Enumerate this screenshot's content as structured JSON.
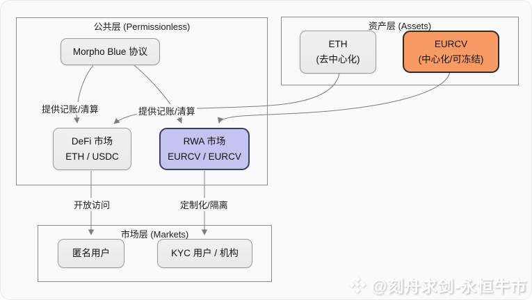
{
  "diagram": {
    "layers": {
      "permissionless": {
        "title": "公共层 (Permissionless)"
      },
      "assets": {
        "title": "资产层 (Assets)"
      },
      "markets": {
        "title": "市场层 (Markets)"
      }
    },
    "nodes": {
      "morpho": {
        "label": "Morpho Blue 协议"
      },
      "eth": {
        "line1": "ETH",
        "line2": "(去中心化)"
      },
      "eurcv": {
        "line1": "EURCV",
        "line2": "(中心化/可冻结)"
      },
      "defi_market": {
        "line1": "DeFi 市场",
        "line2": "ETH / USDC"
      },
      "rwa_market": {
        "line1": "RWA 市场",
        "line2": "EURCV / EURCV"
      },
      "anonymous_users": {
        "label": "匿名用户"
      },
      "kyc_users": {
        "label": "KYC 用户 / 机构"
      }
    },
    "edges": [
      {
        "from": "morpho",
        "to": "defi_market",
        "label": "提供记账/清算"
      },
      {
        "from": "morpho",
        "to": "rwa_market",
        "label": "提供记账/清算"
      },
      {
        "from": "eth",
        "to": "defi_market",
        "label": ""
      },
      {
        "from": "eurcv",
        "to": "rwa_market",
        "label": ""
      },
      {
        "from": "defi_market",
        "to": "anonymous_users",
        "label": "开放访问"
      },
      {
        "from": "rwa_market",
        "to": "kyc_users",
        "label": "定制化/隔离"
      }
    ],
    "colors": {
      "line": "#7d7d7d",
      "node_fill": "#e9e9e9",
      "node_border": "#999999",
      "rwa_fill": "#c5c3ef",
      "rwa_border": "#3d3d5c",
      "eurcv_fill": "#f89a63",
      "eurcv_border": "#2b2b2b"
    }
  },
  "watermark": {
    "handle": "@刻舟求剑-永恒牛市",
    "icon": "binance-diamond-icon"
  }
}
